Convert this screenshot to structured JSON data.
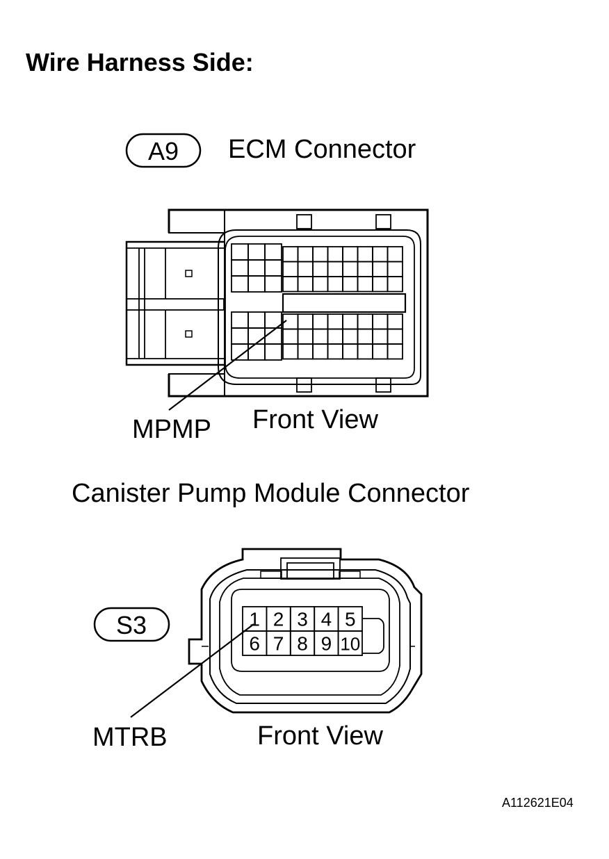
{
  "heading": "Wire Harness Side:",
  "ecm": {
    "code": "A9",
    "title": "ECM Connector",
    "view_label": "Front View",
    "pin_label": "MPMP"
  },
  "canister": {
    "title": "Canister Pump Module Connector",
    "code": "S3",
    "view_label": "Front View",
    "pin_label": "MTRB",
    "pins_top": [
      "1",
      "2",
      "3",
      "4",
      "5"
    ],
    "pins_bottom": [
      "6",
      "7",
      "8",
      "9",
      "10"
    ]
  },
  "figure_id": "A112621E04"
}
